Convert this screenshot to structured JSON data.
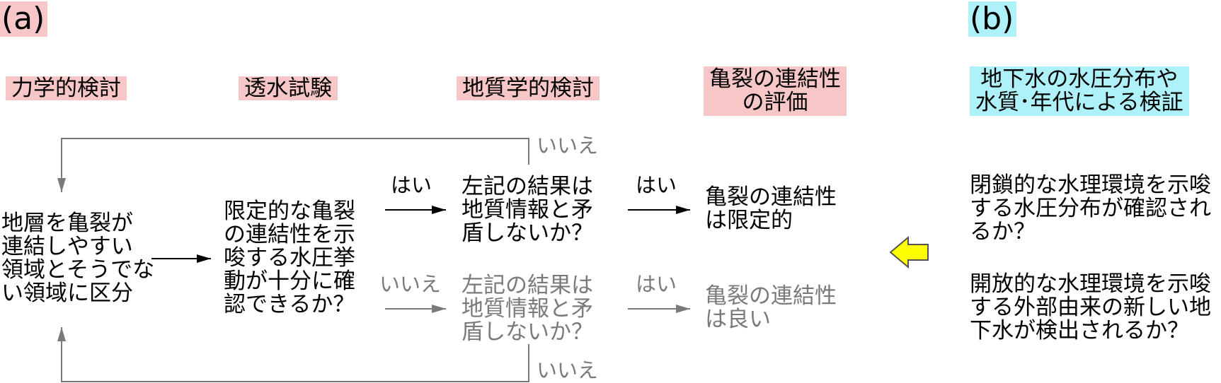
{
  "panels": {
    "a": "(a)",
    "b": "(b)"
  },
  "headers": {
    "mechanical": "力学的検討",
    "permeability": "透水試験",
    "geological": "地質学的検討",
    "connectivity_eval": "亀裂の連結性\nの評価",
    "groundwater_check": "地下水の水圧分布や\n水質･年代による検証"
  },
  "boxes": {
    "divide": "地層を亀裂が\n連結しやすい\n領域とそうでな\nい領域に区分",
    "permeability_q": "限定的な亀裂\nの連結性を示\n唆する水圧挙\n動が十分に確\n認できるか？",
    "consistency_yes_path": "左記の結果は\n地質情報と矛\n盾しないか？",
    "consistency_no_path": "左記の結果は\n地質情報と矛\n盾しないか？",
    "limited": "亀裂の連結性\nは限定的",
    "good": "亀裂の連結性\nは良い",
    "closed_env": "閉鎖的な水理環境を示唆\nする水圧分布が確認され\nるか？",
    "open_env": "開放的な水理環境を示唆\nする外部由来の新しい地\n下水が検出されるか？"
  },
  "labels": {
    "yes_1": "はい",
    "yes_2": "はい",
    "yes_3": "はい",
    "no_1": "いいえ",
    "no_top": "いいえ",
    "no_bottom": "いいえ"
  },
  "colors": {
    "header_pink": "#f7c6c6",
    "header_cyan": "#aef1f8",
    "arrow_yellow": "#ffff00",
    "gray": "#7a7a7a"
  }
}
